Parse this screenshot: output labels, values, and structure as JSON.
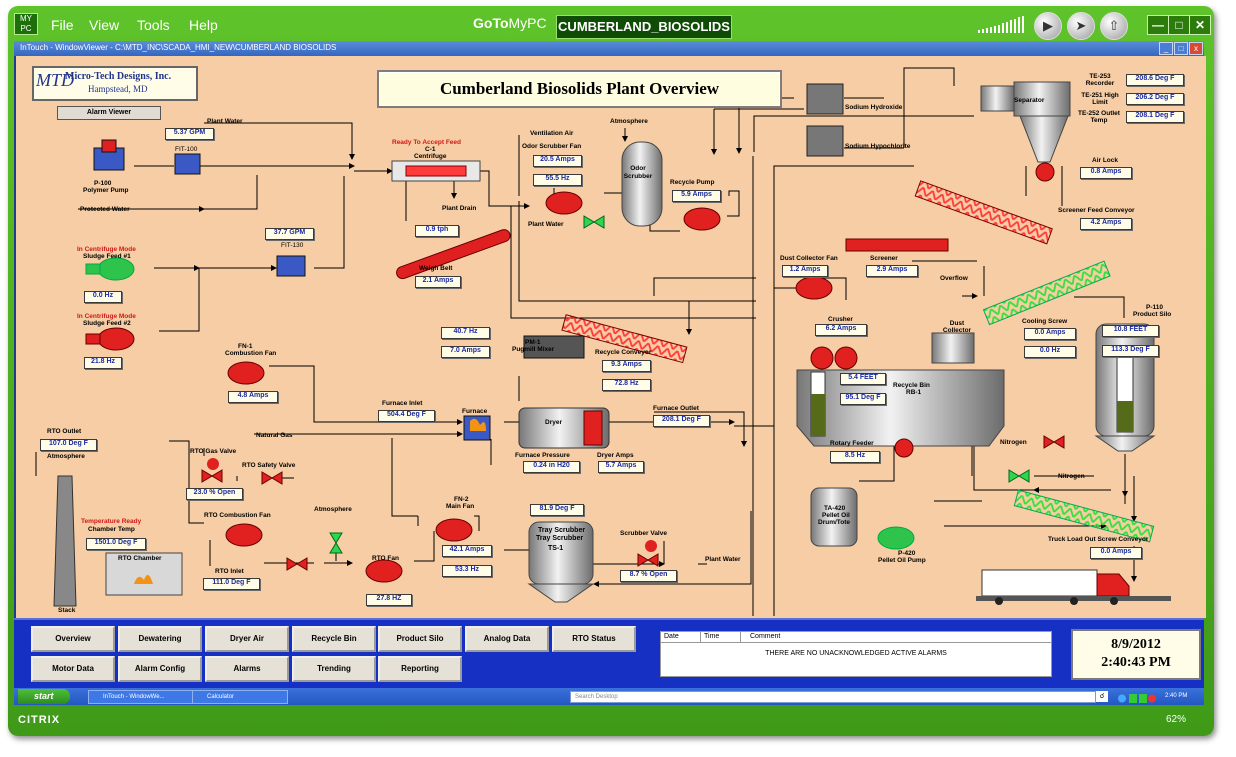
{
  "gtm": {
    "menu": [
      "File",
      "View",
      "Tools",
      "Help"
    ],
    "brand_bold": "GoTo",
    "brand_rest": "MyPC",
    "host": "CUMBERLAND_BIOSOLIDS",
    "citrix": "CITRIX",
    "zoom": "62%"
  },
  "window": {
    "title": "InTouch - WindowViewer - C:\\MTD_INC\\SCADA_HMI_NEW\\CUMBERLAND BIOSOLIDS"
  },
  "hmi": {
    "title": "Cumberland Biosolids Plant Overview",
    "logo_mark": "MTD",
    "logo_name": "Micro-Tech Designs, Inc.",
    "logo_loc": "Hampstead, MD",
    "alarm_viewer": "Alarm Viewer",
    "labels": {
      "plant_water_top": "Plant Water",
      "fit100": "FIT-100",
      "p100": "P-100",
      "polymer_pump": "Polymer Pump",
      "protected_water": "Protected Water",
      "in_cent_mode1": "In Centrifuge Mode",
      "sludge1": "Sludge Feed #1",
      "in_cent_mode2": "In Centrifuge Mode",
      "sludge2": "Sludge Feed #2",
      "fit130": "FIT-130",
      "ready": "Ready To Accept Feed",
      "c1": "C-1",
      "centrifuge": "Centrifuge",
      "plant_drain": "Plant Drain",
      "weigh_belt": "Weigh Belt",
      "vent_air": "Ventilation Air",
      "odor_fan": "Odor Scrubber Fan",
      "atmosphere": "Atmosphere",
      "odor_scrubber": "Odor Scrubber",
      "recycle_pump": "Recycle Pump",
      "plant_water_mid": "Plant Water",
      "naoh": "Sodium Hydroxide",
      "naocl": "Sodium Hypochlorite",
      "separator": "Separator",
      "te253": "TE-253 Recorder",
      "te251": "TE-251 High Limit",
      "te252": "TE-252 Outlet Temp",
      "airlock": "Air Lock",
      "screener_feed": "Screener Feed Conveyor",
      "dc_fan": "Dust Collector Fan",
      "screener": "Screener",
      "overflow": "Overflow",
      "pm1": "PM-1",
      "pugmill": "Pugmill Mixer",
      "recycle_conv": "Recycle Conveyor",
      "crusher": "Crusher",
      "dust_coll": "Dust Collector",
      "cooling_screw": "Cooling Screw",
      "p110": "P-110",
      "product_silo": "Product Silo",
      "fn1": "FN-1",
      "comb_fan": "Combustion Fan",
      "furnace_inlet": "Furnace Inlet",
      "furnace": "Furnace",
      "furnace_outlet": "Furnace Outlet",
      "dryer": "Dryer",
      "natural_gas": "Natural Gas",
      "recycle_bin": "Recycle Bin",
      "rb1": "RB-1",
      "rotary_feeder": "Rotary Feeder",
      "nitrogen1": "Nitrogen",
      "nitrogen2": "Nitrogen",
      "rto_outlet": "RTO Outlet",
      "atmosphere2": "Atmosphere",
      "rto_gas": "RTO Gas Valve",
      "rto_safety": "RTO Safety Valve",
      "furnace_press": "Furnace Pressure",
      "dryer_amps": "Dryer Amps",
      "temp_ready": "Temperature Ready",
      "chamber_temp": "Chamber Temp",
      "rto_comb_fan": "RTO Combustion Fan",
      "atmosphere3": "Atmosphere",
      "fn2": "FN-2",
      "main_fan": "Main Fan",
      "tray_scrubber": "Tray Scrubber",
      "ts1": "TS-1",
      "scrubber_valve": "Scrubber Valve",
      "plant_water_bot": "Plant Water",
      "rto_chamber": "RTO Chamber",
      "rto_inlet": "RTO Inlet",
      "rto_fan": "RTO Fan",
      "stack": "Stack",
      "ta420": "TA-420",
      "pellet_oil": "Pellet Oil",
      "drum_tote": "Drum/Tote",
      "p420": "P-420",
      "pellet_pump": "Pellet Oil Pump",
      "truck_conv": "Truck Load Out Screw Conveyor"
    },
    "values": {
      "polymer_gpm": "5.37 GPM",
      "fit130_gpm": "37.7 GPM",
      "sludge1_hz": "0.0 Hz",
      "sludge2_hz": "21.8 Hz",
      "centrifuge_tph": "0.9 tph",
      "weigh_amps": "2.1 Amps",
      "odor_amps": "20.5 Amps",
      "odor_hz": "55.5 Hz",
      "recycle_pump_amps": "5.9 Amps",
      "te253": "208.6 Deg F",
      "te251": "206.2 Deg F",
      "te252": "208.1 Deg F",
      "airlock_amps": "0.8 Amps",
      "screener_feed_amps": "4.2 Amps",
      "dc_fan_amps": "1.2 Amps",
      "screener_amps": "2.9 Amps",
      "pm1_hz": "40.7 Hz",
      "pm1_amps": "7.0 Amps",
      "recycle_conv_amps": "9.3 Amps",
      "recycle_conv_hz": "72.8 Hz",
      "crusher_amps": "6.2 Amps",
      "cooling_amps": "0.0 Amps",
      "cooling_hz": "0.0 Hz",
      "silo_feet": "10.8 FEET",
      "silo_temp": "113.3 Deg F",
      "fn1_amps": "4.8 Amps",
      "furnace_inlet": "504.4 Deg F",
      "furnace_outlet": "208.1 Deg F",
      "rb_feet": "5.4 FEET",
      "rb_temp": "95.1 Deg F",
      "rotary_hz": "8.5 Hz",
      "rto_outlet": "107.0 Deg F",
      "rto_gas": "23.0 % Open",
      "furnace_press": "0.24 in H20",
      "dryer_amps": "5.7 Amps",
      "chamber_temp": "1501.0 Deg F",
      "fn2_amps": "42.1 Amps",
      "fn2_hz": "53.3 Hz",
      "ts1_temp": "81.9 Deg F",
      "scrubber_valve": "8.7 % Open",
      "rto_inlet": "111.0 Deg F",
      "rto_fan_hz": "27.8 HZ",
      "truck_amps": "0.0 Amps"
    }
  },
  "nav": {
    "row1": [
      "Overview",
      "Dewatering",
      "Dryer Air",
      "Recycle Bin",
      "Product Silo",
      "Analog Data",
      "RTO Status"
    ],
    "row2": [
      "Motor Data",
      "Alarm Config",
      "Alarms",
      "Trending",
      "Reporting"
    ]
  },
  "alarms": {
    "headers": [
      "Date",
      "Time",
      "Comment"
    ],
    "message": "THERE ARE NO UNACKNOWLEDGED ACTIVE ALARMS"
  },
  "datetime": {
    "date": "8/9/2012",
    "time": "2:40:43 PM"
  },
  "taskbar": {
    "start": "start",
    "tasks": [
      "InTouch - WindowWe...",
      "Calculator"
    ],
    "search_placeholder": "Search Desktop",
    "clock": "2:40 PM"
  }
}
